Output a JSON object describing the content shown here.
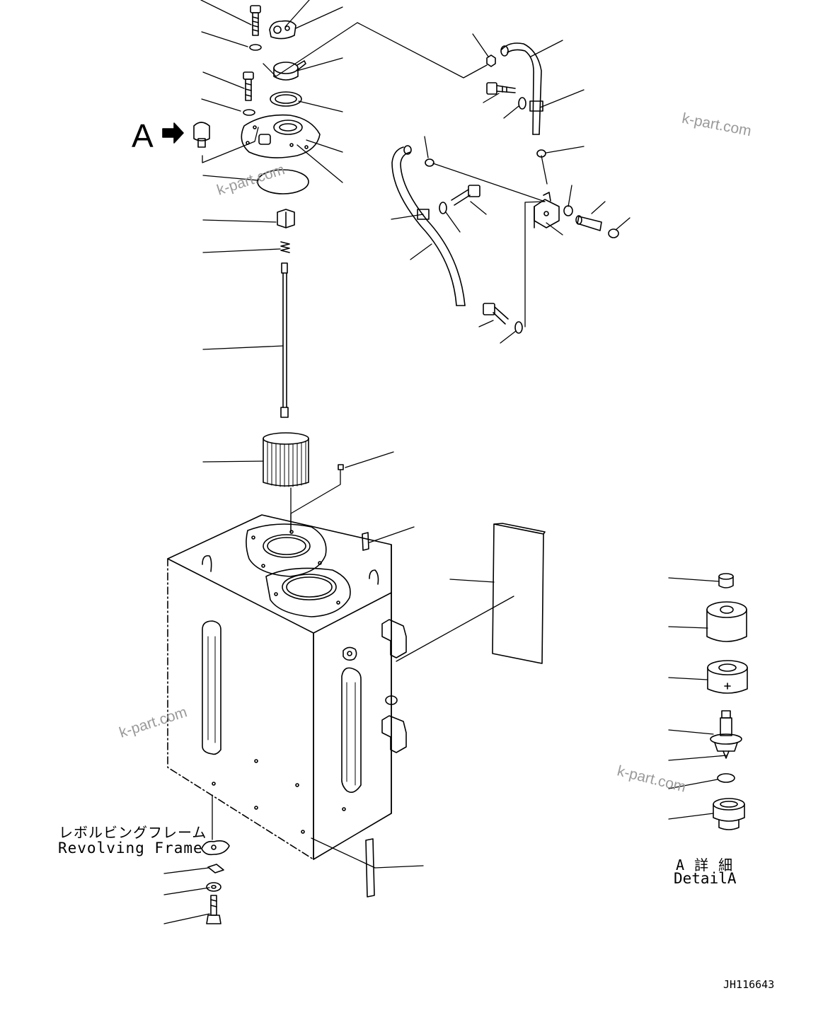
{
  "detail_marker": "A",
  "frame_label_jp": "レボルビングフレーム",
  "frame_label_en": "Revolving Frame",
  "detail_label_jp": "A 詳 細",
  "detail_label_en": "DetailA",
  "drawing_number": "JH116643",
  "watermark": "k-part.com",
  "colors": {
    "ink": "#000000",
    "watermark": "#9a9a9a"
  }
}
